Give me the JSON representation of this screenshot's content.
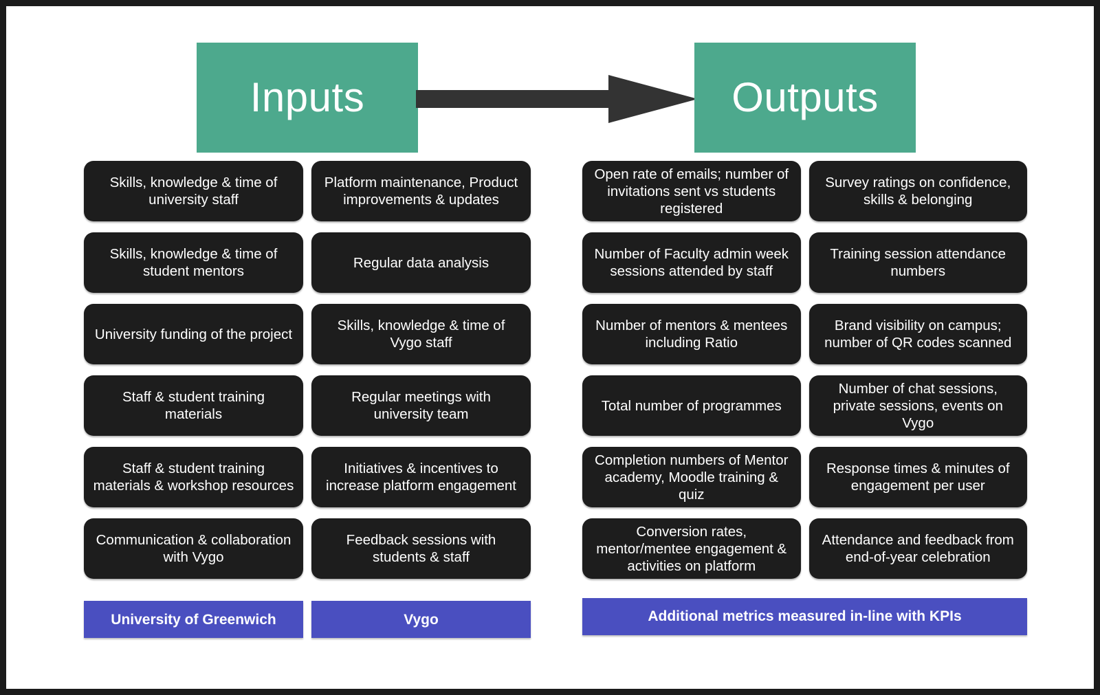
{
  "colors": {
    "green": "#4da98d",
    "blue": "#4a4fc0",
    "box_dark": "#1d1d1d",
    "frame": "#1b1b1b",
    "arrow": "#333333"
  },
  "header": {
    "inputs_label": "Inputs",
    "outputs_label": "Outputs",
    "arrow_icon": "right-arrow-icon"
  },
  "inputs": {
    "column_left": [
      "Skills, knowledge & time of university staff",
      "Skills, knowledge & time of student mentors",
      "University funding of the project",
      "Staff & student training materials",
      "Staff & student training materials & workshop resources",
      "Communication & collaboration with Vygo"
    ],
    "column_right": [
      "Platform maintenance, Product improvements & updates",
      "Regular data analysis",
      "Skills, knowledge & time of Vygo staff",
      "Regular meetings with university team",
      "Initiatives & incentives to increase platform engagement",
      "Feedback sessions with students & staff"
    ],
    "footer_left": "University of Greenwich",
    "footer_right": "Vygo"
  },
  "outputs": {
    "column_left": [
      "Open rate of emails; number of invitations sent vs students registered",
      "Number of Faculty admin week sessions attended by staff",
      "Number of mentors & mentees including Ratio",
      "Total number of programmes",
      "Completion numbers of Mentor academy, Moodle training & quiz",
      "Conversion rates, mentor/mentee engagement & activities on platform"
    ],
    "column_right": [
      "Survey ratings on confidence, skills & belonging",
      "Training session attendance numbers",
      "Brand visibility on campus; number of QR codes scanned",
      "Number of chat sessions, private sessions, events on Vygo",
      "Response times & minutes of engagement per user",
      "Attendance and feedback from end-of-year celebration"
    ],
    "footer": "Additional metrics measured in-line with KPIs"
  }
}
